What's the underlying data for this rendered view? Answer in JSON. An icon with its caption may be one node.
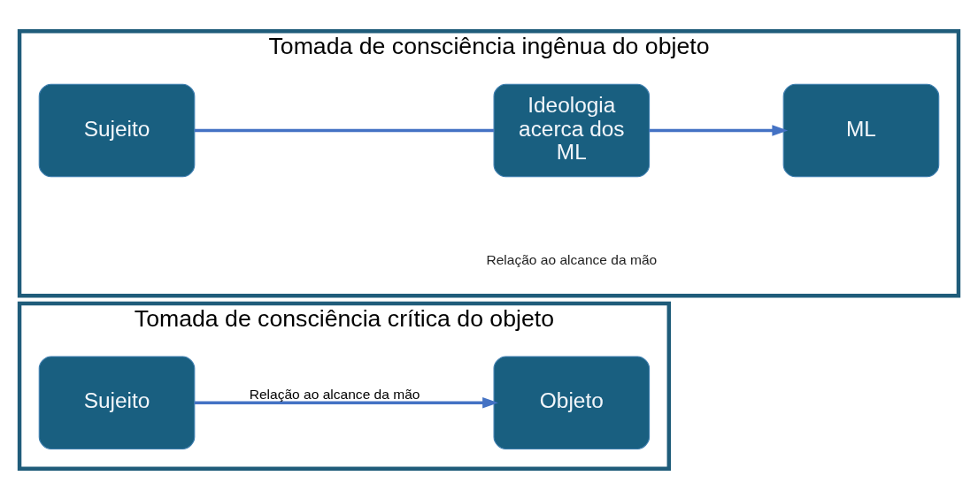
{
  "diagram": {
    "nodes": [
      {
        "text": [
          "Tomada de consciência crítica do objeto"
        ]
      },
      {
        "text": [
          "Sujeito"
        ],
        "in": 0
      },
      {
        "text": [
          "Objeto"
        ],
        "in": 0
      },
      {
        "text": [
          "Tomada de consciência ingênua do objeto"
        ]
      },
      {
        "text": [
          "Sujeito"
        ],
        "in": 3
      },
      {
        "text": [
          "Ideologia acerca dos ML"
        ],
        "in": 3
      },
      {
        "text": [
          "ML"
        ],
        "in": 3
      }
    ],
    "edges": [
      {
        "from": 1,
        "to": 2,
        "arrow": "to",
        "label": "Relação ao alcance da mão"
      },
      {
        "from": 4,
        "to": 5,
        "arrow": "none"
      },
      {
        "from": 5,
        "to": 6,
        "arrow": "to"
      }
    ],
    "labels": [
      "Relação ao alcance da mão"
    ]
  }
}
